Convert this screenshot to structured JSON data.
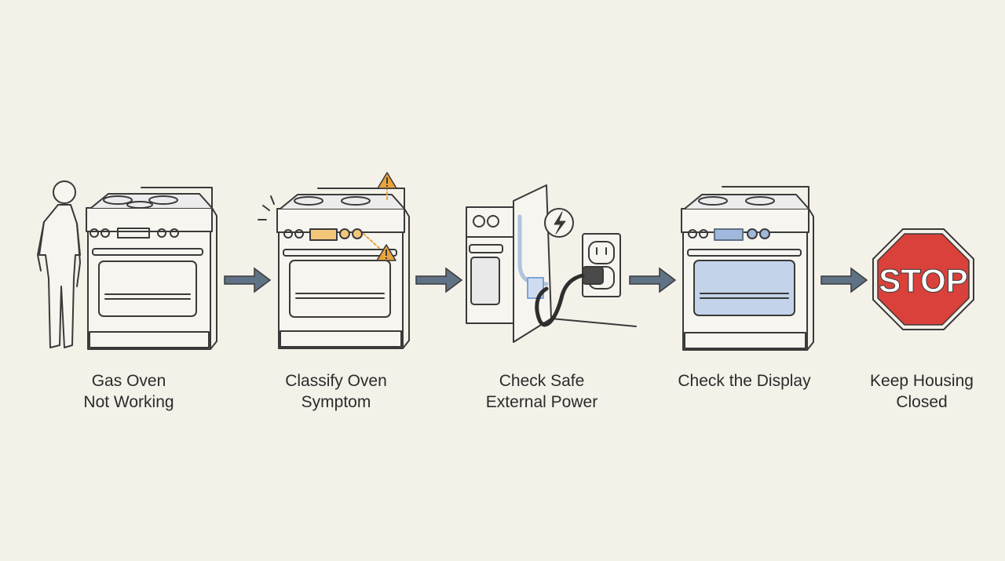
{
  "colors": {
    "background": "#f4f1e9",
    "stroke": "#3a3a3a",
    "arrow": "#5f7286",
    "warning": "#e8a33a",
    "highlight": "#7da3d6",
    "stop_red": "#d9413a"
  },
  "steps": [
    {
      "icon": "person-at-oven-icon",
      "label_line1": "Gas Oven",
      "label_line2": "Not Working"
    },
    {
      "icon": "oven-warning-icon",
      "label_line1": "Classify Oven",
      "label_line2": "Symptom"
    },
    {
      "icon": "power-outlet-icon",
      "label_line1": "Check Safe",
      "label_line2": "External Power"
    },
    {
      "icon": "oven-display-icon",
      "label_line1": "Check the Display",
      "label_line2": ""
    },
    {
      "icon": "stop-sign-icon",
      "label_line1": "Keep Housing",
      "label_line2": "Closed"
    }
  ],
  "stop_sign_text": "STOP"
}
